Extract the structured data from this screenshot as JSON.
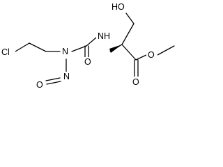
{
  "molecule": {
    "atoms": {
      "chlorine": "Cl",
      "amide_nitrogen": "N",
      "nitroso_oxygen": "O",
      "nitroso_nitrogen": "N",
      "carbonyl_oxygen": "O",
      "nh": "NH",
      "hydroxyl": "HO",
      "ester_oxygen_single": "O",
      "ester_oxygen_double": "O"
    }
  }
}
